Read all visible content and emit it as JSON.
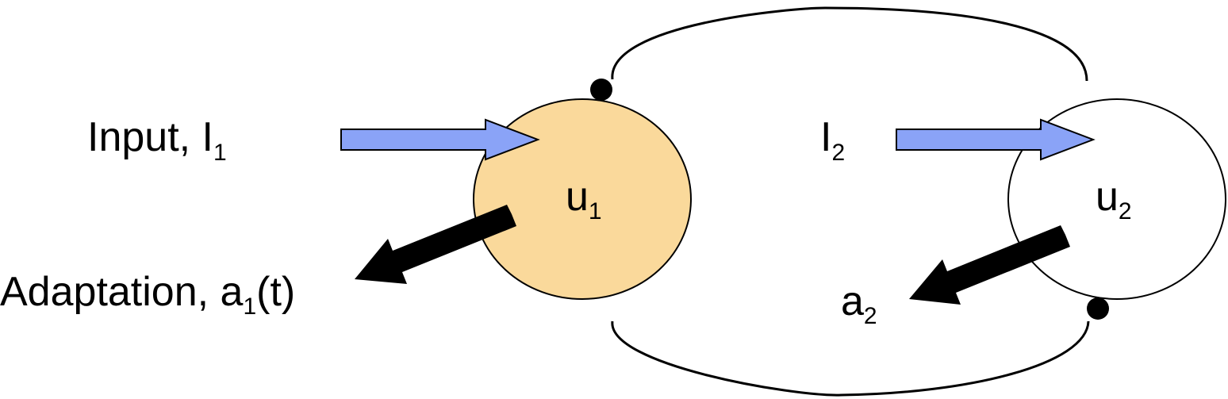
{
  "colors": {
    "neuron1_fill": "#fad99b",
    "neuron2_fill": "#ffffff",
    "input_arrow_fill": "#8aa3f7",
    "stroke": "#000000"
  },
  "labels": {
    "input1_main": "Input, I",
    "input1_sub": "1",
    "input2_main": "I",
    "input2_sub": "2",
    "neuron1_main": "u",
    "neuron1_sub": "1",
    "neuron2_main": "u",
    "neuron2_sub": "2",
    "adaptation1_main": "Adaptation, a",
    "adaptation1_sub": "1",
    "adaptation1_tail": "(t)",
    "adaptation2_main": "a",
    "adaptation2_sub": "2"
  }
}
